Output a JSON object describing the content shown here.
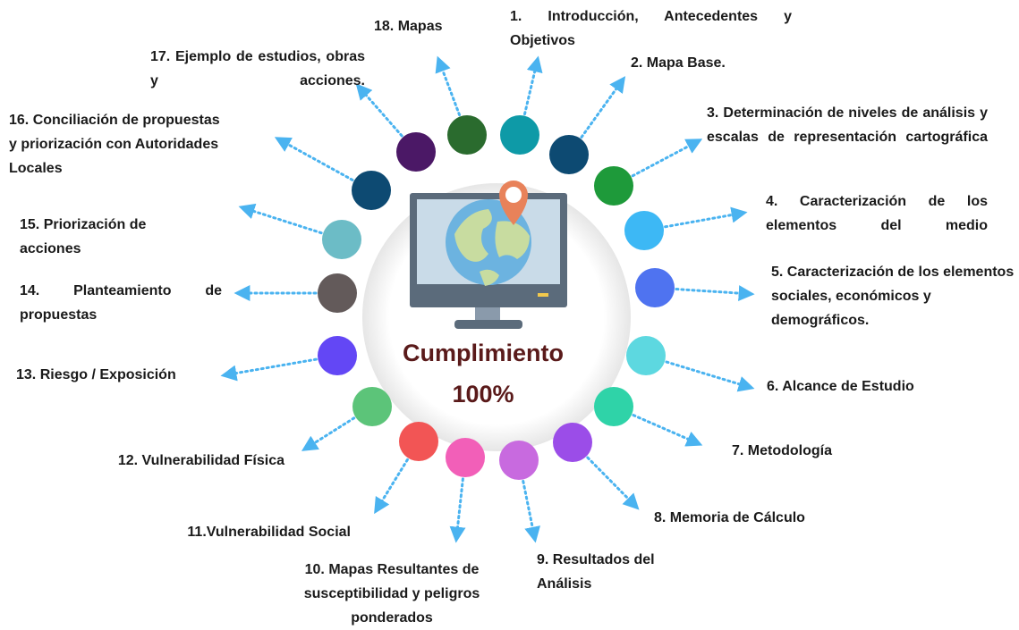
{
  "center": {
    "title": "Cumplimiento",
    "percent": "100%"
  },
  "steps": [
    {
      "text": "1. Introducción, Antecedentes y Objetivos",
      "color": "#0e9aa7"
    },
    {
      "text": "2. Mapa Base.",
      "color": "#0d4a72"
    },
    {
      "text": "3. Determinación de niveles de análisis y escalas de representación cartográfica",
      "color": "#1e9a3a"
    },
    {
      "text": "4. Caracterización de los elementos del medio",
      "color": "#3db8f5"
    },
    {
      "text": "5. Caracterización de los elementos sociales, económicos y demográficos.",
      "color": "#4f73f0"
    },
    {
      "text": "6. Alcance de Estudio",
      "color": "#5dd8e0"
    },
    {
      "text": "7. Metodología",
      "color": "#2fd3a8"
    },
    {
      "text": "8. Memoria de Cálculo",
      "color": "#9b4de8"
    },
    {
      "text": "9. Resultados del Análisis",
      "color": "#c86adf"
    },
    {
      "text": "10. Mapas Resultantes de susceptibilidad y peligros ponderados",
      "color": "#f25fb8"
    },
    {
      "text": "11.Vulnerabilidad Social",
      "color": "#f25555"
    },
    {
      "text": "12. Vulnerabilidad Física",
      "color": "#5cc479"
    },
    {
      "text": "13. Riesgo / Exposición",
      "color": "#6347f5"
    },
    {
      "text": "14. Planteamiento de propuestas",
      "color": "#635a5a"
    },
    {
      "text": "15. Priorización de acciones",
      "color": "#6cbcc6"
    },
    {
      "text": "16. Conciliación de propuestas y priorización con Autoridades Locales",
      "color": "#0d4a72"
    },
    {
      "text": "17. Ejemplo de estudios, obras y acciones.",
      "color": "#4b1866"
    },
    {
      "text": "18. Mapas",
      "color": "#2a6b2e"
    }
  ],
  "arrow_color": "#4ab3f0"
}
